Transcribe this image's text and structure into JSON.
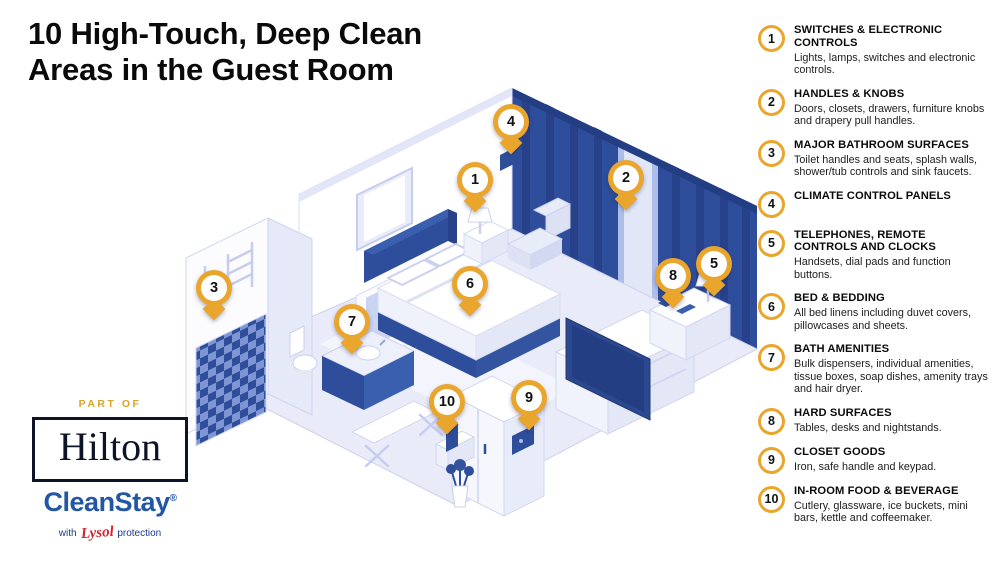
{
  "title": {
    "line1": "10 High-Touch, Deep Clean",
    "line2": "Areas in the Guest Room"
  },
  "brand": {
    "part_of": "PART OF",
    "hilton": "Hilton",
    "cleanstay": "CleanStay",
    "reg": "®",
    "with": "with",
    "lysol": "Lysol",
    "protection": "protection"
  },
  "legend": [
    {
      "num": "1",
      "title": "SWITCHES & ELECTRONIC CONTROLS",
      "desc": "Lights, lamps, switches and electronic controls."
    },
    {
      "num": "2",
      "title": "HANDLES & KNOBS",
      "desc": "Doors, closets, drawers, furniture knobs and drapery pull handles."
    },
    {
      "num": "3",
      "title": "MAJOR BATHROOM SURFACES",
      "desc": "Toilet handles and seats, splash walls, shower/tub controls and sink faucets."
    },
    {
      "num": "4",
      "title": "CLIMATE CONTROL PANELS",
      "desc": ""
    },
    {
      "num": "5",
      "title": "TELEPHONES, REMOTE CONTROLS AND CLOCKS",
      "desc": "Handsets, dial pads and function buttons."
    },
    {
      "num": "6",
      "title": "BED & BEDDING",
      "desc": "All bed linens including duvet covers, pillowcases and sheets."
    },
    {
      "num": "7",
      "title": "BATH AMENITIES",
      "desc": "Bulk dispensers, individual amenities, tissue boxes, soap dishes, amenity trays and hair dryer."
    },
    {
      "num": "8",
      "title": "HARD SURFACES",
      "desc": "Tables, desks and nightstands."
    },
    {
      "num": "9",
      "title": "CLOSET GOODS",
      "desc": "Iron, safe handle and keypad."
    },
    {
      "num": "10",
      "title": "IN-ROOM FOOD & BEVERAGE",
      "desc": "Cutlery, glassware, ice buckets, mini bars, kettle and coffeemaker."
    }
  ],
  "pins": [
    {
      "num": "1"
    },
    {
      "num": "2"
    },
    {
      "num": "3"
    },
    {
      "num": "4"
    },
    {
      "num": "5"
    },
    {
      "num": "6"
    },
    {
      "num": "7"
    },
    {
      "num": "8"
    },
    {
      "num": "9"
    },
    {
      "num": "10"
    }
  ],
  "colors": {
    "pin_gold": "#EAA52C",
    "part_of_gold": "#D9A427",
    "curtain_navy": "#2E4D9B",
    "accent_blue": "#3A5FAE",
    "floor_lavender": "#E9EBF8",
    "hilton_blue": "#2356A6",
    "lysol_red": "#D5232E",
    "text": "#0A0A0A"
  }
}
